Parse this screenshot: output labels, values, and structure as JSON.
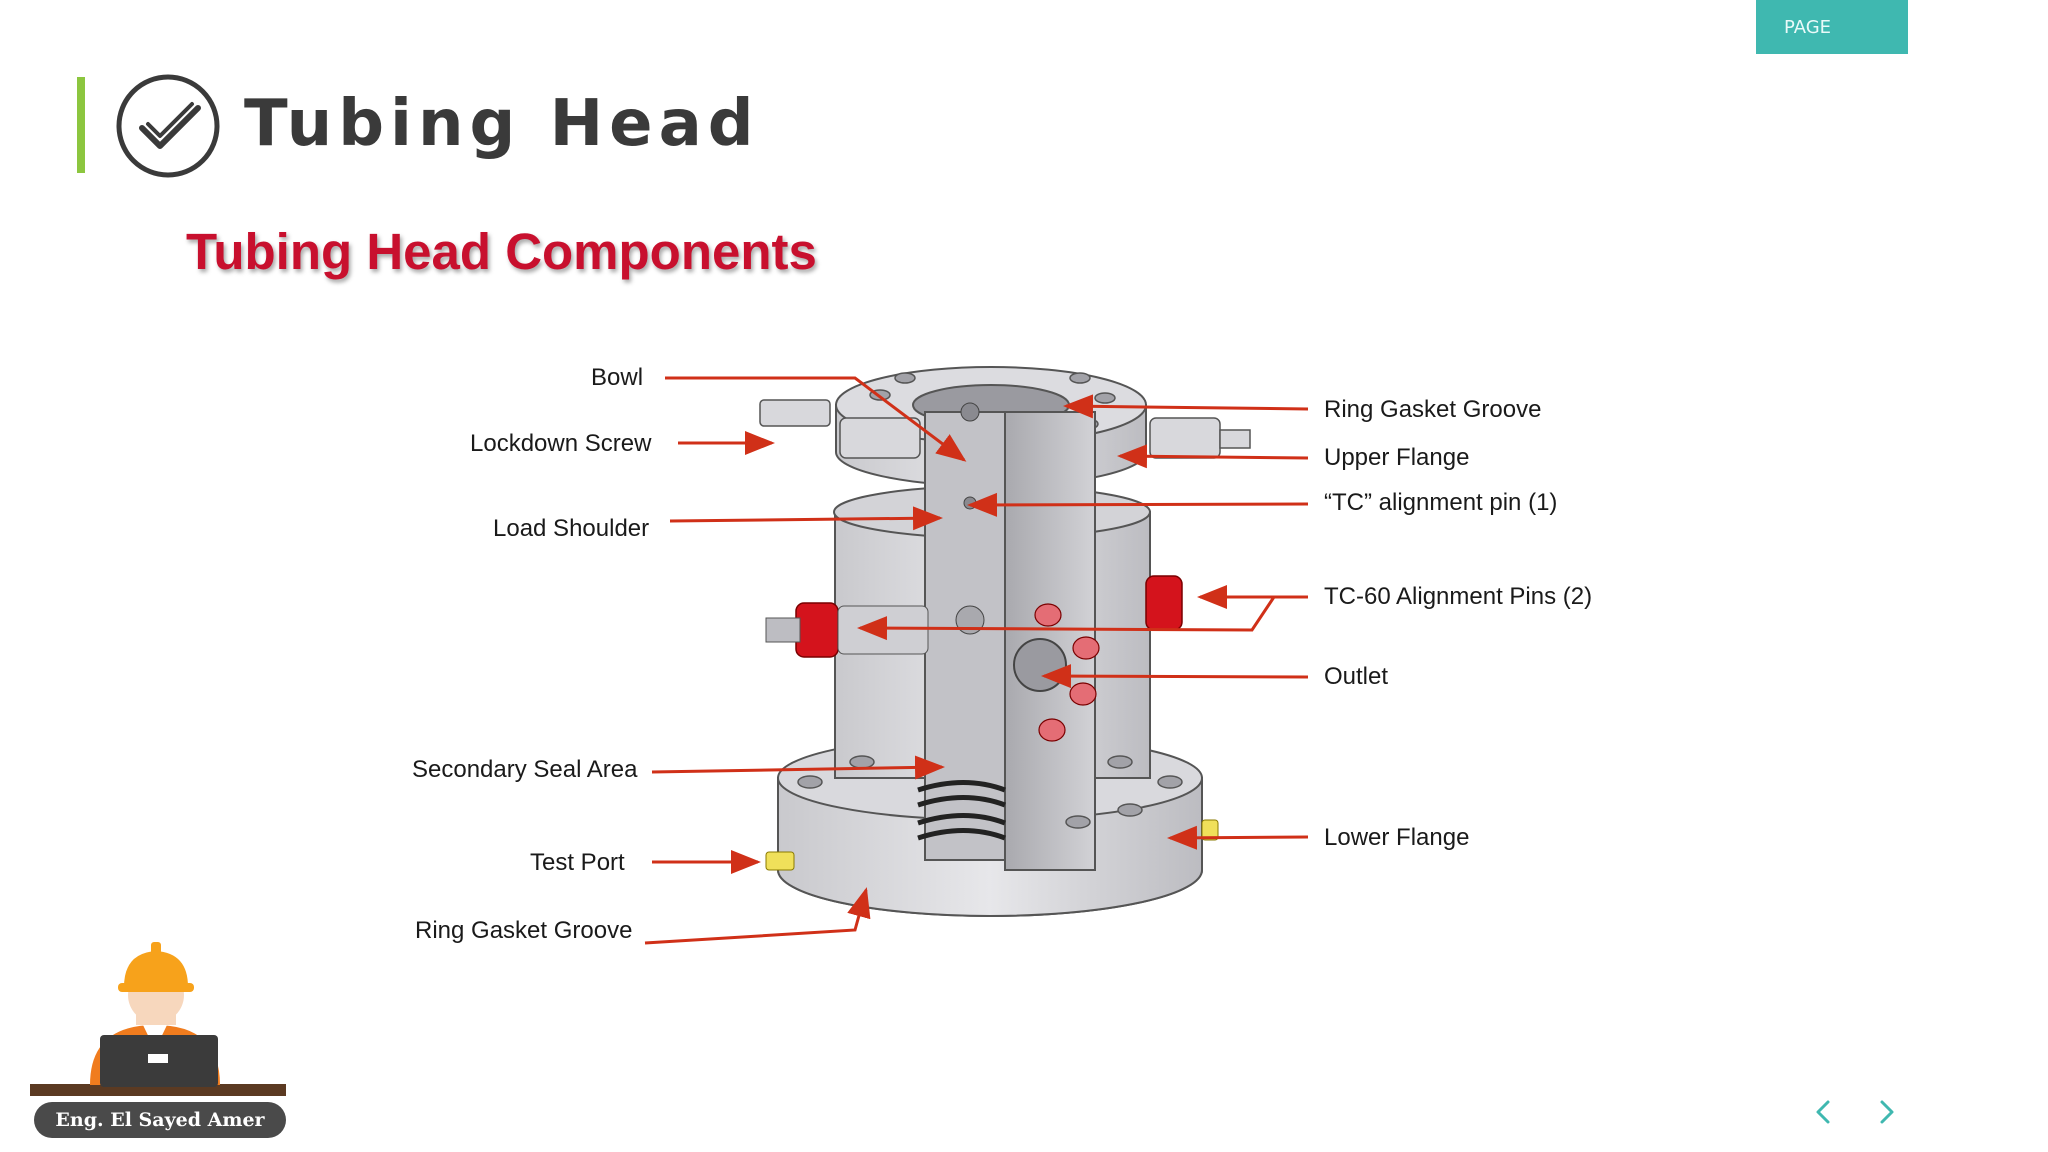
{
  "header": {
    "page_tab": "PAGE",
    "title": "Tubing Head",
    "subtitle": "Tubing Head Components",
    "icon": "check-circle-icon",
    "accent_color": "#8cc63f",
    "tab_color": "#3fb8b0",
    "subtitle_color": "#c8102e"
  },
  "labels": {
    "bowl": "Bowl",
    "lockdown_screw": "Lockdown Screw",
    "load_shoulder": "Load Shoulder",
    "secondary_seal_area": "Secondary Seal Area",
    "test_port": "Test Port",
    "ring_gasket_groove_lower": "Ring Gasket Groove",
    "ring_gasket_groove_upper": "Ring Gasket Groove",
    "upper_flange": "Upper Flange",
    "tc_alignment_pin": "“TC” alignment pin (1)",
    "tc60_alignment_pins": "TC-60 Alignment Pins (2)",
    "outlet": "Outlet",
    "lower_flange": "Lower Flange"
  },
  "footer": {
    "credit": "Eng. El Sayed Amer",
    "prev_icon": "chevron-left-icon",
    "next_icon": "chevron-right-icon",
    "nav_color": "#3fb8b0"
  }
}
